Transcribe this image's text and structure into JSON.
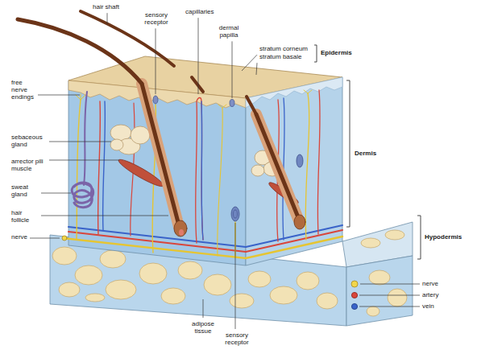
{
  "diagram": {
    "labels": [
      "hair shaft",
      "sensory receptor",
      "capillaries",
      "dermal papilla",
      "stratum corneum",
      "stratum basale",
      "Epidermis",
      "free nerve endings",
      "sebaceous gland",
      "Dermis",
      "arrector pili muscle",
      "sweat gland",
      "hair follicle",
      "nerve",
      "Hypodermis",
      "nerve",
      "artery",
      "vein",
      "adipose tissue",
      "sensory receptor"
    ]
  }
}
